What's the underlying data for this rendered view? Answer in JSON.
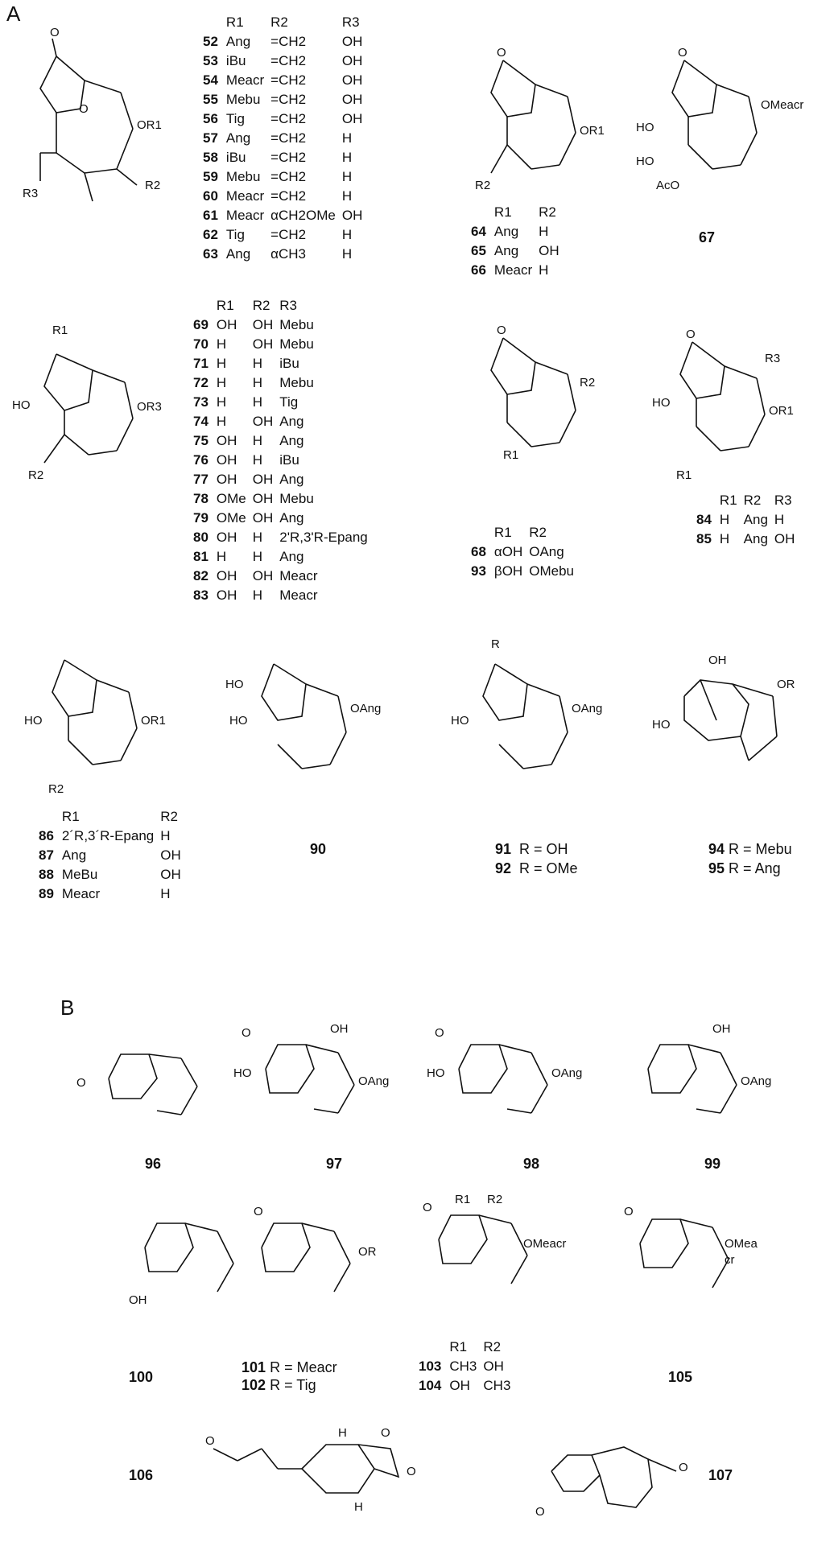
{
  "sections": [
    "A",
    "B"
  ],
  "tableA1": {
    "headers": [
      "R1",
      "R2",
      "R3"
    ],
    "rows": [
      [
        "52",
        "Ang",
        "=CH2",
        "OH"
      ],
      [
        "53",
        "iBu",
        "=CH2",
        "OH"
      ],
      [
        "54",
        "Meacr",
        "=CH2",
        "OH"
      ],
      [
        "55",
        "Mebu",
        "=CH2",
        "OH"
      ],
      [
        "56",
        "Tig",
        "=CH2",
        "OH"
      ],
      [
        "57",
        "Ang",
        "=CH2",
        "H"
      ],
      [
        "58",
        "iBu",
        "=CH2",
        "H"
      ],
      [
        "59",
        "Mebu",
        "=CH2",
        "H"
      ],
      [
        "60",
        "Meacr",
        "=CH2",
        "H"
      ],
      [
        "61",
        "Meacr",
        "αCH2OMe",
        "OH"
      ],
      [
        "62",
        "Tig",
        "=CH2",
        "H"
      ],
      [
        "63",
        "Ang",
        "αCH3",
        "H"
      ]
    ]
  },
  "tableA2": {
    "headers": [
      "R1",
      "R2"
    ],
    "rows": [
      [
        "64",
        "Ang",
        "H"
      ],
      [
        "65",
        "Ang",
        "OH"
      ],
      [
        "66",
        "Meacr",
        "H"
      ]
    ]
  },
  "cmpd67": "67",
  "tableA3": {
    "headers": [
      "R1",
      "R2",
      "R3"
    ],
    "rows": [
      [
        "69",
        "OH",
        "OH",
        "Mebu"
      ],
      [
        "70",
        "H",
        "OH",
        "Mebu"
      ],
      [
        "71",
        "H",
        "H",
        "iBu"
      ],
      [
        "72",
        "H",
        "H",
        "Mebu"
      ],
      [
        "73",
        "H",
        "H",
        "Tig"
      ],
      [
        "74",
        "H",
        "OH",
        "Ang"
      ],
      [
        "75",
        "OH",
        "H",
        "Ang"
      ],
      [
        "76",
        "OH",
        "H",
        "iBu"
      ],
      [
        "77",
        "OH",
        "OH",
        "Ang"
      ],
      [
        "78",
        "OMe",
        "OH",
        "Mebu"
      ],
      [
        "79",
        "OMe",
        "OH",
        "Ang"
      ],
      [
        "80",
        "OH",
        "H",
        "2'R,3'R-Epang"
      ],
      [
        "81",
        "H",
        "H",
        "Ang"
      ],
      [
        "82",
        "OH",
        "OH",
        "Meacr"
      ],
      [
        "83",
        "OH",
        "H",
        "Meacr"
      ]
    ]
  },
  "tableA4": {
    "headers": [
      "R1",
      "R2"
    ],
    "rows": [
      [
        "68",
        "αOH",
        "OAng"
      ],
      [
        "93",
        "βOH",
        "OMebu"
      ]
    ]
  },
  "tableA5": {
    "headers": [
      "R1",
      "R2",
      "R3"
    ],
    "rows": [
      [
        "84",
        "H",
        "Ang",
        "H"
      ],
      [
        "85",
        "H",
        "Ang",
        "OH"
      ]
    ]
  },
  "tableA6": {
    "headers": [
      "R1",
      "R2"
    ],
    "rows": [
      [
        "86",
        "2´R,3´R-Epang",
        "H"
      ],
      [
        "87",
        "Ang",
        "OH"
      ],
      [
        "88",
        "MeBu",
        "OH"
      ],
      [
        "89",
        "Meacr",
        "H"
      ]
    ]
  },
  "cmpd90": "90",
  "cmpd91": [
    "91",
    "R = OH"
  ],
  "cmpd92": [
    "92",
    "R = OMe"
  ],
  "cmpd94": [
    "94",
    "R = Mebu"
  ],
  "cmpd95": [
    "95",
    "R = Ang"
  ],
  "rowB1": [
    "96",
    "97",
    "98",
    "99"
  ],
  "cmpd100": "100",
  "cmpd101": [
    "101",
    "R = Meacr"
  ],
  "cmpd102": [
    "102",
    "R = Tig"
  ],
  "tableB": {
    "headers": [
      "R1",
      "R2"
    ],
    "rows": [
      [
        "103",
        "CH3",
        "OH"
      ],
      [
        "104",
        "OH",
        "CH3"
      ]
    ]
  },
  "cmpd105": "105",
  "cmpd106": "106",
  "cmpd107": "107",
  "groupLabels": {
    "oR1": "OR1",
    "oR3": "OR3",
    "oMeacr": "OMeacr",
    "oAng": "OAng",
    "oR": "OR",
    "oMea": "OMea",
    "cr": "cr",
    "r1": "R1",
    "r2": "R2",
    "r3": "R3",
    "r": "R",
    "o": "O",
    "ho": "HO",
    "oh": "OH",
    "aco": "AcO",
    "h": "H"
  }
}
